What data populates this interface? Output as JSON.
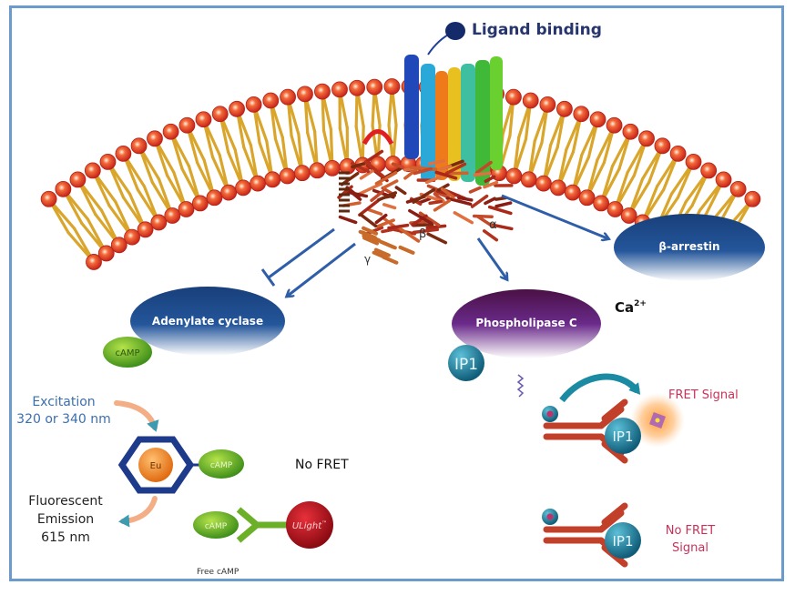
{
  "figure": {
    "type": "GPCR signaling pathway and HTRF assay schematic",
    "colors": {
      "frame": "#6a9bcc",
      "lipid_head": "#e8442a",
      "lipid_tail": "#d9a52a",
      "arrow": "#2f5ea8",
      "ellipse_blue": "#1f4d8f",
      "ellipse_purple": "#5a1a6e",
      "camp_green": "#6cbf2a",
      "ip1_teal": "#1b7d96",
      "europium_orange": "#f08a20",
      "ulight_red": "#b3141c",
      "antibody_red": "#c2402a",
      "fret_text": "#c8325a",
      "excitation_text": "#3b6fb0"
    }
  },
  "receptor": {
    "ligand_label": "Ligand binding",
    "subunit_alpha": "α",
    "subunit_beta": "β",
    "subunit_gamma": "γ"
  },
  "effectors": {
    "adenylate_cyclase": "Adenylate cyclase",
    "phospholipase_c": "Phospholipase C",
    "beta_arrestin": "β-arrestin",
    "calcium": "Ca",
    "calcium_charge": "2+"
  },
  "messengers": {
    "camp": "cAMP",
    "ip1": "IP1"
  },
  "camp_assay": {
    "excitation_line1": "Excitation",
    "excitation_line2": "320 or 340 nm",
    "emission_line1": "Fluorescent",
    "emission_line2": "Emission",
    "emission_line3": "615 nm",
    "europium": "Eu",
    "camp_bound": "cAMP",
    "no_fret": "No FRET",
    "camp_free": "cAMP",
    "ulight": "ULight",
    "ulight_tm": "™",
    "free_camp_caption": "Free cAMP"
  },
  "ip1_assay": {
    "fret_signal": "FRET Signal",
    "ip1_top": "IP1",
    "ip1_bottom": "IP1",
    "no_fret_line1": "No FRET",
    "no_fret_line2": "Signal"
  }
}
